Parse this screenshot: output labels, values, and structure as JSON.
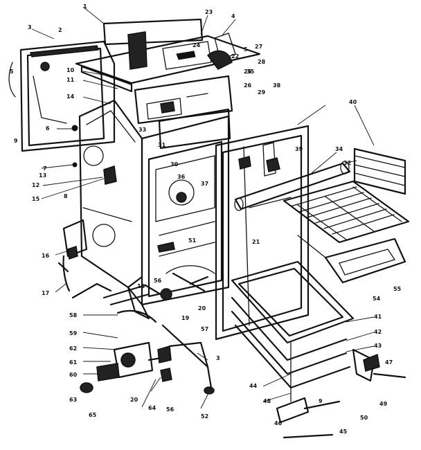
{
  "callouts": [
    {
      "id": "c-top-1",
      "text": "1"
    },
    {
      "id": "c-top-2",
      "text": "2"
    },
    {
      "id": "c-top-3",
      "text": "3"
    },
    {
      "id": "c-top-4",
      "text": "4"
    },
    {
      "id": "c-top-5",
      "text": "5"
    },
    {
      "id": "c-top-23",
      "text": "23"
    },
    {
      "id": "c-top-24",
      "text": "24"
    },
    {
      "id": "c-top-27",
      "text": "27"
    },
    {
      "id": "c-top-22",
      "text": "22"
    },
    {
      "id": "c-top-25",
      "text": "25"
    },
    {
      "id": "c-top-26",
      "text": "26"
    },
    {
      "id": "c-left-5",
      "text": "5"
    },
    {
      "id": "c-left-10",
      "text": "10"
    },
    {
      "id": "c-left-11",
      "text": "11"
    },
    {
      "id": "c-left-14",
      "text": "14"
    },
    {
      "id": "c-left-6",
      "text": "6"
    },
    {
      "id": "c-left-9",
      "text": "9"
    },
    {
      "id": "c-left-7",
      "text": "7"
    },
    {
      "id": "c-left-8",
      "text": "8"
    },
    {
      "id": "c-left-12",
      "text": "12"
    },
    {
      "id": "c-left-13",
      "text": "13"
    },
    {
      "id": "c-left-15",
      "text": "15"
    },
    {
      "id": "c-mid-28",
      "text": "28"
    },
    {
      "id": "c-mid-29",
      "text": "29"
    },
    {
      "id": "c-mid-30",
      "text": "30"
    },
    {
      "id": "c-mid-31",
      "text": "31"
    },
    {
      "id": "c-mid-33",
      "text": "33"
    },
    {
      "id": "c-mid-35",
      "text": "35"
    },
    {
      "id": "c-mid-36",
      "text": "36"
    },
    {
      "id": "c-mid-37",
      "text": "37"
    },
    {
      "id": "c-mid-38",
      "text": "38"
    },
    {
      "id": "c-mid-39",
      "text": "39"
    },
    {
      "id": "c-mid-40",
      "text": "40"
    },
    {
      "id": "c-mid-34",
      "text": "34"
    },
    {
      "id": "c-mid-32",
      "text": "32"
    },
    {
      "id": "c-mid-21",
      "text": "21"
    },
    {
      "id": "c-mid-19",
      "text": "19"
    },
    {
      "id": "c-mid-18",
      "text": "18"
    },
    {
      "id": "c-mid-20",
      "text": "20"
    },
    {
      "id": "c-mid-51",
      "text": "51"
    },
    {
      "id": "c-mid-56",
      "text": "56"
    },
    {
      "id": "c-mid-57",
      "text": "57"
    },
    {
      "id": "c-left-16",
      "text": "16"
    },
    {
      "id": "c-left-17",
      "text": "17"
    },
    {
      "id": "c-low-58",
      "text": "58"
    },
    {
      "id": "c-low-59",
      "text": "59"
    },
    {
      "id": "c-low-62",
      "text": "62"
    },
    {
      "id": "c-low-61",
      "text": "61"
    },
    {
      "id": "c-low-60",
      "text": "60"
    },
    {
      "id": "c-low-63",
      "text": "63"
    },
    {
      "id": "c-low-65",
      "text": "65"
    },
    {
      "id": "c-low-20",
      "text": "20"
    },
    {
      "id": "c-low-64",
      "text": "64"
    },
    {
      "id": "c-low-56b",
      "text": "56"
    },
    {
      "id": "c-low-52",
      "text": "52"
    },
    {
      "id": "c-low-3",
      "text": "3"
    },
    {
      "id": "c-right-41",
      "text": "41"
    },
    {
      "id": "c-right-42",
      "text": "42"
    },
    {
      "id": "c-right-43",
      "text": "43"
    },
    {
      "id": "c-right-44",
      "text": "44"
    },
    {
      "id": "c-right-45",
      "text": "45"
    },
    {
      "id": "c-right-46",
      "text": "46"
    },
    {
      "id": "c-right-47",
      "text": "47"
    },
    {
      "id": "c-right-48",
      "text": "48"
    },
    {
      "id": "c-right-49",
      "text": "49"
    },
    {
      "id": "c-right-50",
      "text": "50"
    },
    {
      "id": "c-right-54",
      "text": "54"
    },
    {
      "id": "c-right-55",
      "text": "55"
    },
    {
      "id": "c-right-9",
      "text": "9"
    }
  ]
}
